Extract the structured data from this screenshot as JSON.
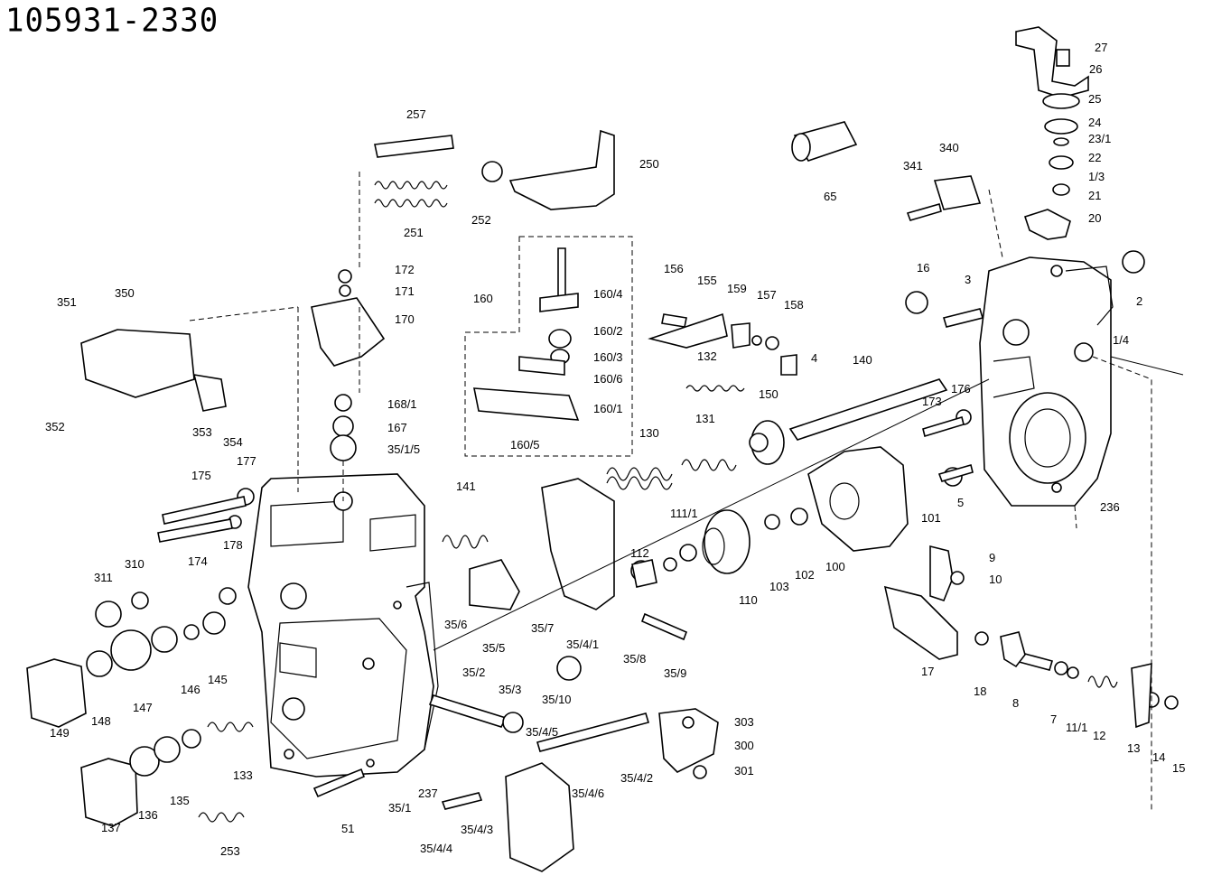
{
  "title": "105931-2330",
  "callouts": [
    {
      "id": "27",
      "label": "27"
    },
    {
      "id": "26",
      "label": "26"
    },
    {
      "id": "25",
      "label": "25"
    },
    {
      "id": "24",
      "label": "24"
    },
    {
      "id": "23-1",
      "label": "23/1"
    },
    {
      "id": "22",
      "label": "22"
    },
    {
      "id": "1-3",
      "label": "1/3"
    },
    {
      "id": "21",
      "label": "21"
    },
    {
      "id": "20",
      "label": "20"
    },
    {
      "id": "2",
      "label": "2"
    },
    {
      "id": "1-4",
      "label": "1/4"
    },
    {
      "id": "16",
      "label": "16"
    },
    {
      "id": "3",
      "label": "3"
    },
    {
      "id": "4",
      "label": "4"
    },
    {
      "id": "236",
      "label": "236"
    },
    {
      "id": "5",
      "label": "5"
    },
    {
      "id": "101",
      "label": "101"
    },
    {
      "id": "173",
      "label": "173"
    },
    {
      "id": "176",
      "label": "176"
    },
    {
      "id": "340",
      "label": "340"
    },
    {
      "id": "341",
      "label": "341"
    },
    {
      "id": "65",
      "label": "65"
    },
    {
      "id": "140",
      "label": "140"
    },
    {
      "id": "150",
      "label": "150"
    },
    {
      "id": "156",
      "label": "156"
    },
    {
      "id": "155",
      "label": "155"
    },
    {
      "id": "159",
      "label": "159"
    },
    {
      "id": "157",
      "label": "157"
    },
    {
      "id": "158",
      "label": "158"
    },
    {
      "id": "132",
      "label": "132"
    },
    {
      "id": "257",
      "label": "257"
    },
    {
      "id": "250",
      "label": "250"
    },
    {
      "id": "252",
      "label": "252"
    },
    {
      "id": "251",
      "label": "251"
    },
    {
      "id": "172",
      "label": "172"
    },
    {
      "id": "171",
      "label": "171"
    },
    {
      "id": "170",
      "label": "170"
    },
    {
      "id": "168-1",
      "label": "168/1"
    },
    {
      "id": "167",
      "label": "167"
    },
    {
      "id": "35-1-5",
      "label": "35/1/5"
    },
    {
      "id": "160",
      "label": "160"
    },
    {
      "id": "160-4",
      "label": "160/4"
    },
    {
      "id": "160-2",
      "label": "160/2"
    },
    {
      "id": "160-3",
      "label": "160/3"
    },
    {
      "id": "160-6",
      "label": "160/6"
    },
    {
      "id": "160-1",
      "label": "160/1"
    },
    {
      "id": "160-5",
      "label": "160/5"
    },
    {
      "id": "351",
      "label": "351"
    },
    {
      "id": "350",
      "label": "350"
    },
    {
      "id": "352",
      "label": "352"
    },
    {
      "id": "353",
      "label": "353"
    },
    {
      "id": "354",
      "label": "354"
    },
    {
      "id": "175",
      "label": "175"
    },
    {
      "id": "177",
      "label": "177"
    },
    {
      "id": "174",
      "label": "174"
    },
    {
      "id": "178",
      "label": "178"
    },
    {
      "id": "311",
      "label": "311"
    },
    {
      "id": "310",
      "label": "310"
    },
    {
      "id": "146",
      "label": "146"
    },
    {
      "id": "145",
      "label": "145"
    },
    {
      "id": "149",
      "label": "149"
    },
    {
      "id": "148",
      "label": "148"
    },
    {
      "id": "147",
      "label": "147"
    },
    {
      "id": "133",
      "label": "133"
    },
    {
      "id": "137",
      "label": "137"
    },
    {
      "id": "136",
      "label": "136"
    },
    {
      "id": "135",
      "label": "135"
    },
    {
      "id": "253",
      "label": "253"
    },
    {
      "id": "51",
      "label": "51"
    },
    {
      "id": "35-1",
      "label": "35/1"
    },
    {
      "id": "237",
      "label": "237"
    },
    {
      "id": "141",
      "label": "141"
    },
    {
      "id": "130",
      "label": "130"
    },
    {
      "id": "131",
      "label": "131"
    },
    {
      "id": "35-6",
      "label": "35/6"
    },
    {
      "id": "35-5",
      "label": "35/5"
    },
    {
      "id": "35-7",
      "label": "35/7"
    },
    {
      "id": "35-4-1",
      "label": "35/4/1"
    },
    {
      "id": "35-8",
      "label": "35/8"
    },
    {
      "id": "35-9",
      "label": "35/9"
    },
    {
      "id": "112",
      "label": "112"
    },
    {
      "id": "111-1",
      "label": "111/1"
    },
    {
      "id": "110",
      "label": "110"
    },
    {
      "id": "103",
      "label": "103"
    },
    {
      "id": "102",
      "label": "102"
    },
    {
      "id": "100",
      "label": "100"
    },
    {
      "id": "35-2",
      "label": "35/2"
    },
    {
      "id": "35-3",
      "label": "35/3"
    },
    {
      "id": "35-10",
      "label": "35/10"
    },
    {
      "id": "35-4-5",
      "label": "35/4/5"
    },
    {
      "id": "35-4-6",
      "label": "35/4/6"
    },
    {
      "id": "35-4-2",
      "label": "35/4/2"
    },
    {
      "id": "35-4-3",
      "label": "35/4/3"
    },
    {
      "id": "35-4-4",
      "label": "35/4/4"
    },
    {
      "id": "303",
      "label": "303"
    },
    {
      "id": "300",
      "label": "300"
    },
    {
      "id": "301",
      "label": "301"
    },
    {
      "id": "9",
      "label": "9"
    },
    {
      "id": "10",
      "label": "10"
    },
    {
      "id": "17",
      "label": "17"
    },
    {
      "id": "18",
      "label": "18"
    },
    {
      "id": "8",
      "label": "8"
    },
    {
      "id": "7",
      "label": "7"
    },
    {
      "id": "11-1",
      "label": "11/1"
    },
    {
      "id": "12",
      "label": "12"
    },
    {
      "id": "13",
      "label": "13"
    },
    {
      "id": "14",
      "label": "14"
    },
    {
      "id": "15",
      "label": "15"
    }
  ]
}
